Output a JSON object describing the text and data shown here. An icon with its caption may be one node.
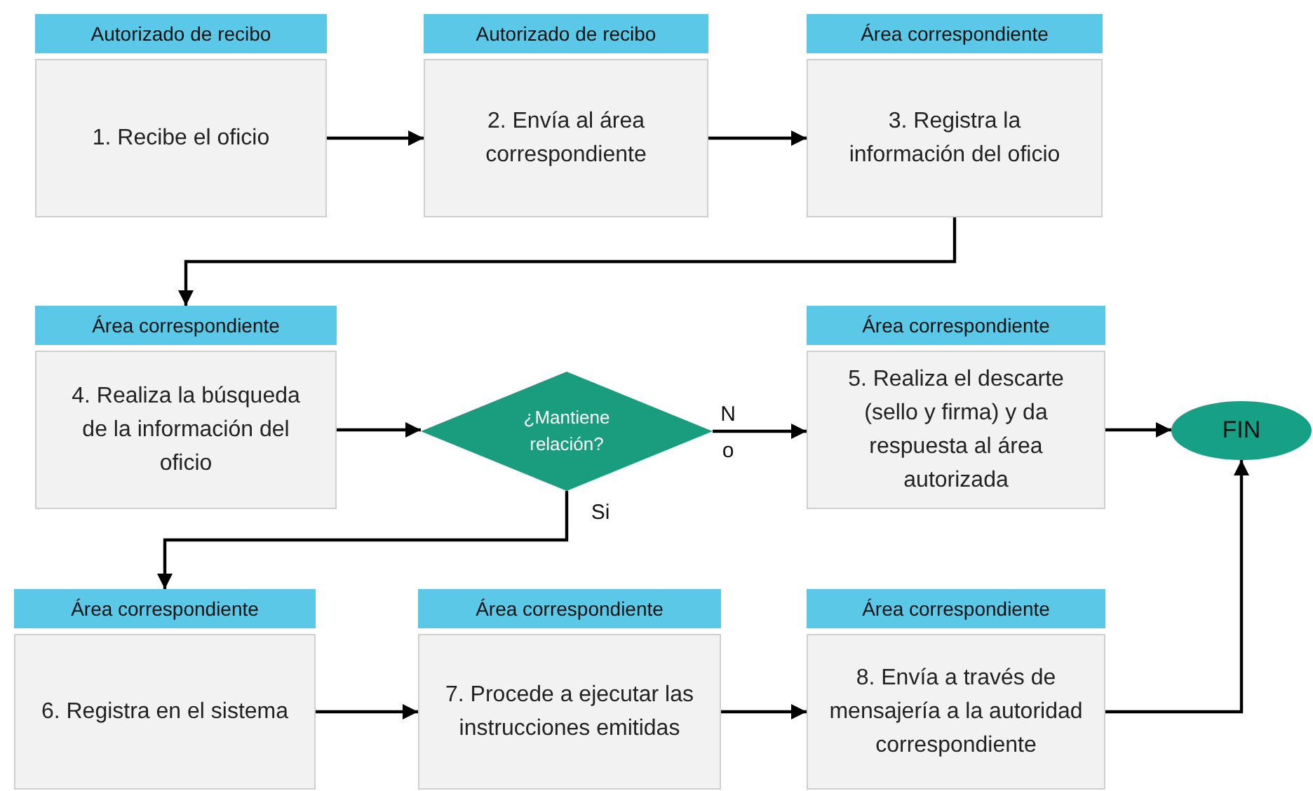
{
  "diagram": {
    "nodes": [
      {
        "text": [
          "Autorizado de recibo",
          "1. Recibe el oficio"
        ]
      },
      {
        "text": [
          "Autorizado de recibo",
          "2. Envía al área correspondiente"
        ]
      },
      {
        "text": [
          "Área correspondiente",
          "3. Registra la información del oficio"
        ]
      },
      {
        "text": [
          "Área correspondiente",
          "4. Realiza la búsqueda de la información del oficio"
        ]
      },
      {
        "text": [
          "¿Mantiene relación?"
        ]
      },
      {
        "text": [
          "Área correspondiente",
          "5. Realiza el descarte (sello y firma) y da respuesta al área autorizada"
        ]
      },
      {
        "text": [
          "FIN"
        ]
      },
      {
        "text": [
          "Área correspondiente",
          "6. Registra en el sistema"
        ]
      },
      {
        "text": [
          "Área correspondiente",
          "7. Procede a ejecutar las instrucciones emitidas"
        ]
      },
      {
        "text": [
          "Área correspondiente",
          "8. Envía a través de mensajería a la autoridad correspondiente"
        ]
      }
    ],
    "edges": [
      {
        "from": 0,
        "to": 1,
        "arrow": "to"
      },
      {
        "from": 1,
        "to": 2,
        "arrow": "to"
      },
      {
        "from": 2,
        "to": 3,
        "arrow": "to"
      },
      {
        "from": 3,
        "to": 4,
        "arrow": "to"
      },
      {
        "from": 4,
        "to": 5,
        "arrow": "to",
        "label": "No"
      },
      {
        "from": 5,
        "to": 6,
        "arrow": "to"
      },
      {
        "from": 4,
        "to": 7,
        "arrow": "to",
        "label": "Si"
      },
      {
        "from": 7,
        "to": 8,
        "arrow": "to"
      },
      {
        "from": 8,
        "to": 9,
        "arrow": "to"
      },
      {
        "from": 9,
        "to": 6,
        "arrow": "to"
      }
    ]
  }
}
